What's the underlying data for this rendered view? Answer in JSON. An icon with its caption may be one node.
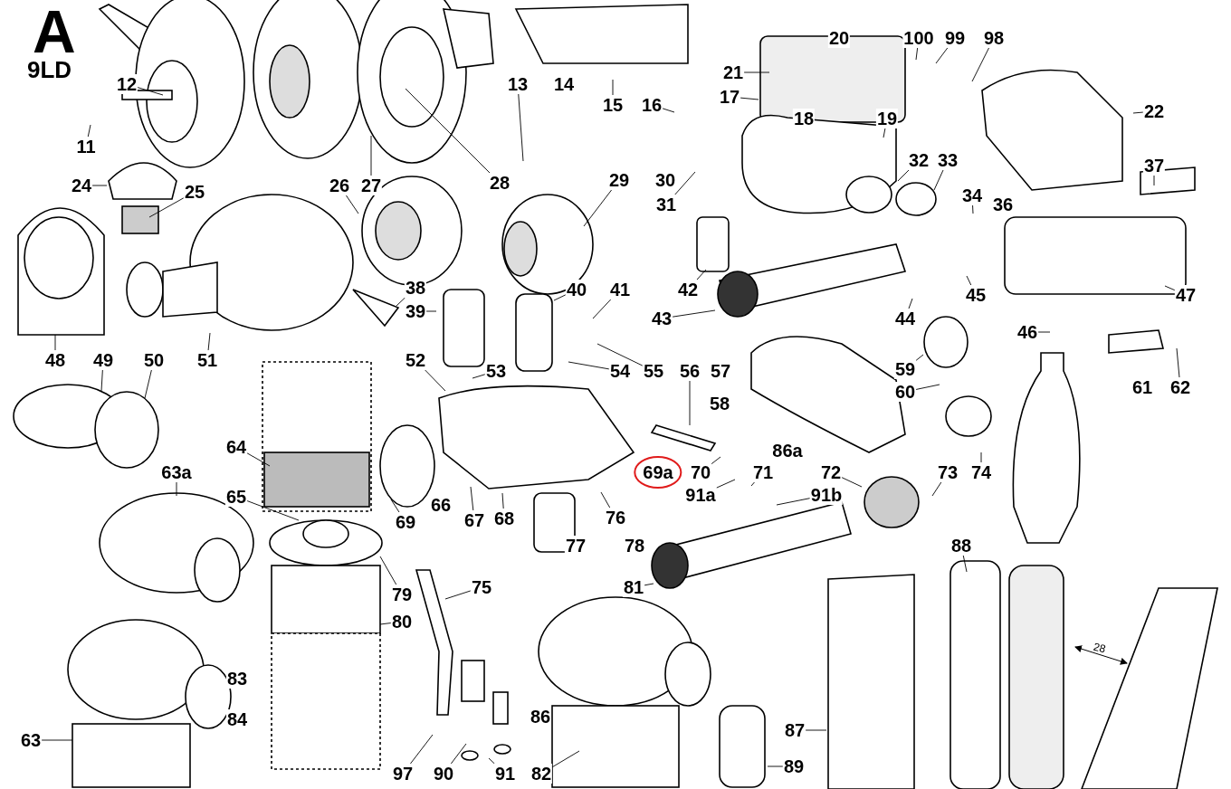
{
  "diagram": {
    "nodes": [
      {
        "text": [
          "12"
        ]
      },
      {
        "text": [
          "13"
        ]
      },
      {
        "text": [
          "14"
        ]
      },
      {
        "text": [
          "15"
        ]
      },
      {
        "text": [
          "20"
        ]
      },
      {
        "text": [
          "100"
        ]
      },
      {
        "text": [
          "99"
        ]
      },
      {
        "text": [
          "98"
        ]
      },
      {
        "text": [
          "21"
        ]
      },
      {
        "text": [
          "17"
        ]
      },
      {
        "text": [
          "16"
        ]
      },
      {
        "text": [
          "22"
        ]
      },
      {
        "text": [
          "18"
        ]
      },
      {
        "text": [
          "19"
        ]
      },
      {
        "text": [
          "11"
        ]
      },
      {
        "text": [
          "30"
        ]
      },
      {
        "text": [
          "31"
        ]
      },
      {
        "text": [
          "24"
        ]
      },
      {
        "text": [
          "25"
        ]
      },
      {
        "text": [
          "26"
        ]
      },
      {
        "text": [
          "27"
        ]
      },
      {
        "text": [
          "28"
        ]
      },
      {
        "text": [
          "29"
        ]
      },
      {
        "text": [
          "32"
        ]
      },
      {
        "text": [
          "33"
        ]
      },
      {
        "text": [
          "34"
        ]
      },
      {
        "text": [
          "36"
        ]
      },
      {
        "text": [
          "37"
        ]
      },
      {
        "text": [
          "38"
        ]
      },
      {
        "text": [
          "39"
        ]
      },
      {
        "text": [
          "40"
        ]
      },
      {
        "text": [
          "41"
        ]
      },
      {
        "text": [
          "42"
        ]
      },
      {
        "text": [
          "45"
        ]
      },
      {
        "text": [
          "47"
        ]
      },
      {
        "text": [
          "43"
        ]
      },
      {
        "text": [
          "44"
        ]
      },
      {
        "text": [
          "46"
        ]
      },
      {
        "text": [
          "48"
        ]
      },
      {
        "text": [
          "49"
        ]
      },
      {
        "text": [
          "50"
        ]
      },
      {
        "text": [
          "51"
        ]
      },
      {
        "text": [
          "52"
        ]
      },
      {
        "text": [
          "53"
        ]
      },
      {
        "text": [
          "54"
        ]
      },
      {
        "text": [
          "55"
        ]
      },
      {
        "text": [
          "56"
        ]
      },
      {
        "text": [
          "57"
        ]
      },
      {
        "text": [
          "59"
        ]
      },
      {
        "text": [
          "61"
        ]
      },
      {
        "text": [
          "62"
        ]
      },
      {
        "text": [
          "58"
        ]
      },
      {
        "text": [
          "60"
        ]
      },
      {
        "text": [
          "64"
        ]
      },
      {
        "text": [
          "63a"
        ]
      },
      {
        "text": [
          "86a"
        ]
      },
      {
        "text": [
          "69a"
        ]
      },
      {
        "text": [
          "70"
        ]
      },
      {
        "text": [
          "71"
        ]
      },
      {
        "text": [
          "72"
        ]
      },
      {
        "text": [
          "73"
        ]
      },
      {
        "text": [
          "74"
        ]
      },
      {
        "text": [
          "91a"
        ]
      },
      {
        "text": [
          "91b"
        ]
      },
      {
        "text": [
          "65"
        ]
      },
      {
        "text": [
          "66"
        ]
      },
      {
        "text": [
          "67"
        ]
      },
      {
        "text": [
          "68"
        ]
      },
      {
        "text": [
          "69"
        ]
      },
      {
        "text": [
          "76"
        ]
      },
      {
        "text": [
          "77"
        ]
      },
      {
        "text": [
          "78"
        ]
      },
      {
        "text": [
          "88"
        ]
      },
      {
        "text": [
          "75"
        ]
      },
      {
        "text": [
          "81"
        ]
      },
      {
        "text": [
          "79"
        ]
      },
      {
        "text": [
          "80"
        ]
      },
      {
        "text": [
          "83"
        ]
      },
      {
        "text": [
          "84"
        ]
      },
      {
        "text": [
          "86"
        ]
      },
      {
        "text": [
          "87"
        ]
      },
      {
        "text": [
          "63"
        ]
      },
      {
        "text": [
          "89"
        ]
      },
      {
        "text": [
          "97"
        ]
      },
      {
        "text": [
          "90"
        ]
      },
      {
        "text": [
          "91"
        ]
      },
      {
        "text": [
          "82"
        ]
      }
    ],
    "edges": [
      {
        "from": 0,
        "to": null,
        "arrow": "none"
      },
      {
        "from": 1,
        "to": null,
        "arrow": "none"
      },
      {
        "from": 3,
        "to": null,
        "arrow": "none"
      },
      {
        "from": 5,
        "to": null,
        "arrow": "none"
      },
      {
        "from": 6,
        "to": null,
        "arrow": "none"
      },
      {
        "from": 7,
        "to": null,
        "arrow": "none"
      },
      {
        "from": 8,
        "to": null,
        "arrow": "none"
      },
      {
        "from": 9,
        "to": null,
        "arrow": "none"
      },
      {
        "from": 10,
        "to": null,
        "arrow": "none"
      },
      {
        "from": 11,
        "to": null,
        "arrow": "none"
      },
      {
        "from": 13,
        "to": null,
        "arrow": "none"
      },
      {
        "from": 14,
        "to": null,
        "arrow": "none"
      },
      {
        "from": 16,
        "to": null,
        "arrow": "none"
      },
      {
        "from": 17,
        "to": null,
        "arrow": "none"
      },
      {
        "from": 18,
        "to": null,
        "arrow": "none"
      },
      {
        "from": 19,
        "to": null,
        "arrow": "none"
      },
      {
        "from": 20,
        "to": null,
        "arrow": "none"
      },
      {
        "from": 21,
        "to": null,
        "arrow": "none"
      },
      {
        "from": 22,
        "to": null,
        "arrow": "none"
      },
      {
        "from": 23,
        "to": null,
        "arrow": "none"
      },
      {
        "from": 24,
        "to": null,
        "arrow": "none"
      },
      {
        "from": 25,
        "to": null,
        "arrow": "none"
      },
      {
        "from": 27,
        "to": null,
        "arrow": "none"
      },
      {
        "from": 28,
        "to": null,
        "arrow": "none"
      },
      {
        "from": 29,
        "to": null,
        "arrow": "none"
      },
      {
        "from": 30,
        "to": null,
        "arrow": "none"
      },
      {
        "from": 31,
        "to": null,
        "arrow": "none"
      },
      {
        "from": 32,
        "to": null,
        "arrow": "none"
      },
      {
        "from": 33,
        "to": null,
        "arrow": "none"
      },
      {
        "from": 34,
        "to": null,
        "arrow": "none"
      },
      {
        "from": 35,
        "to": null,
        "arrow": "none"
      },
      {
        "from": 36,
        "to": null,
        "arrow": "none"
      },
      {
        "from": 37,
        "to": null,
        "arrow": "none"
      },
      {
        "from": 38,
        "to": null,
        "arrow": "none"
      },
      {
        "from": 39,
        "to": null,
        "arrow": "none"
      },
      {
        "from": 40,
        "to": null,
        "arrow": "none"
      },
      {
        "from": 41,
        "to": null,
        "arrow": "none"
      },
      {
        "from": 42,
        "to": null,
        "arrow": "none"
      },
      {
        "from": 43,
        "to": null,
        "arrow": "none"
      },
      {
        "from": 44,
        "to": null,
        "arrow": "none"
      },
      {
        "from": 45,
        "to": null,
        "arrow": "none"
      },
      {
        "from": 46,
        "to": null,
        "arrow": "none"
      },
      {
        "from": 48,
        "to": null,
        "arrow": "none"
      },
      {
        "from": 50,
        "to": null,
        "arrow": "none"
      },
      {
        "from": 52,
        "to": null,
        "arrow": "none"
      },
      {
        "from": 53,
        "to": null,
        "arrow": "none"
      },
      {
        "from": 54,
        "to": null,
        "arrow": "none"
      },
      {
        "from": 57,
        "to": null,
        "arrow": "none"
      },
      {
        "from": 58,
        "to": null,
        "arrow": "none"
      },
      {
        "from": 59,
        "to": null,
        "arrow": "none"
      },
      {
        "from": 60,
        "to": null,
        "arrow": "none"
      },
      {
        "from": 61,
        "to": null,
        "arrow": "none"
      },
      {
        "from": 62,
        "to": null,
        "arrow": "none"
      },
      {
        "from": 63,
        "to": null,
        "arrow": "none"
      },
      {
        "from": 64,
        "to": null,
        "arrow": "none"
      },
      {
        "from": 66,
        "to": null,
        "arrow": "none"
      },
      {
        "from": 67,
        "to": null,
        "arrow": "none"
      },
      {
        "from": 68,
        "to": null,
        "arrow": "none"
      },
      {
        "from": 69,
        "to": null,
        "arrow": "none"
      },
      {
        "from": 72,
        "to": null,
        "arrow": "none"
      },
      {
        "from": 73,
        "to": null,
        "arrow": "none"
      },
      {
        "from": 74,
        "to": null,
        "arrow": "none"
      },
      {
        "from": 75,
        "to": null,
        "arrow": "none"
      },
      {
        "from": 76,
        "to": null,
        "arrow": "none"
      },
      {
        "from": 80,
        "to": null,
        "arrow": "none"
      },
      {
        "from": 81,
        "to": null,
        "arrow": "none"
      },
      {
        "from": 82,
        "to": null,
        "arrow": "none"
      },
      {
        "from": 83,
        "to": null,
        "arrow": "none"
      },
      {
        "from": 84,
        "to": null,
        "arrow": "none"
      },
      {
        "from": 85,
        "to": null,
        "arrow": "none"
      },
      {
        "from": 86,
        "to": null,
        "arrow": "none"
      }
    ],
    "labels": [
      "A",
      "9LD",
      "28"
    ]
  }
}
